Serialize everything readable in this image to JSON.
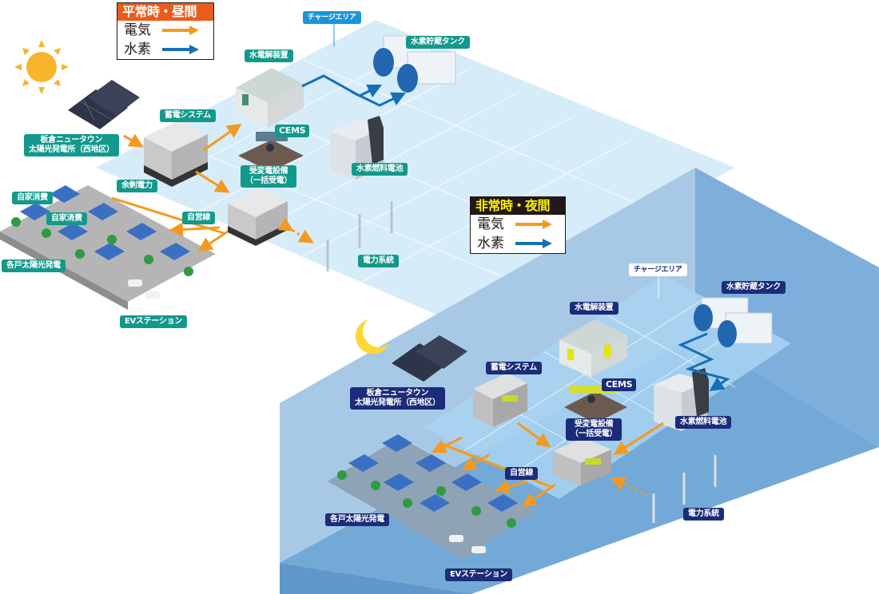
{
  "colors": {
    "electricity": "#f39a1e",
    "hydrogen": "#1470b8",
    "day_label": "#13998c",
    "night_label": "#1b2c7a",
    "day_header": "#e85d1e",
    "night_header": "#231815",
    "night_header_text": "#fff100",
    "charge_area_day": "#1a95d8"
  },
  "day": {
    "legend": {
      "title": "平常時・昼間",
      "items": [
        {
          "label": "電気",
          "type": "electricity"
        },
        {
          "label": "水素",
          "type": "hydrogen"
        }
      ]
    },
    "labels": {
      "charge_area": "チャージエリア",
      "h2_tank": "水素貯蔵タンク",
      "electrolyzer": "水電解装置",
      "battery": "蓄電システム",
      "cems": "CEMS",
      "solar_plant_line1": "板倉ニュータウン",
      "solar_plant_line2": "太陽光発電所（西地区）",
      "substation_line1": "受変電設備",
      "substation_line2": "（一括受電）",
      "fuel_cell": "水素燃料電池",
      "surplus": "余剰電力",
      "self_consumption_1": "自家消費",
      "self_consumption_2": "自家消費",
      "private_line": "自営線",
      "grid": "電力系統",
      "house_solar": "各戸太陽光発電",
      "ev_station": "EVステーション"
    }
  },
  "night": {
    "legend": {
      "title": "非常時・夜間",
      "items": [
        {
          "label": "電気",
          "type": "electricity"
        },
        {
          "label": "水素",
          "type": "hydrogen"
        }
      ]
    },
    "labels": {
      "charge_area": "チャージエリア",
      "h2_tank": "水素貯蔵タンク",
      "electrolyzer": "水電解装置",
      "battery": "蓄電システム",
      "cems": "CEMS",
      "solar_plant_line1": "板倉ニュータウン",
      "solar_plant_line2": "太陽光発電所（西地区）",
      "substation_line1": "受変電設備",
      "substation_line2": "（一括受電）",
      "fuel_cell": "水素燃料電池",
      "private_line": "自営線",
      "grid": "電力系統",
      "house_solar": "各戸太陽光発電",
      "ev_station": "EVステーション"
    }
  }
}
